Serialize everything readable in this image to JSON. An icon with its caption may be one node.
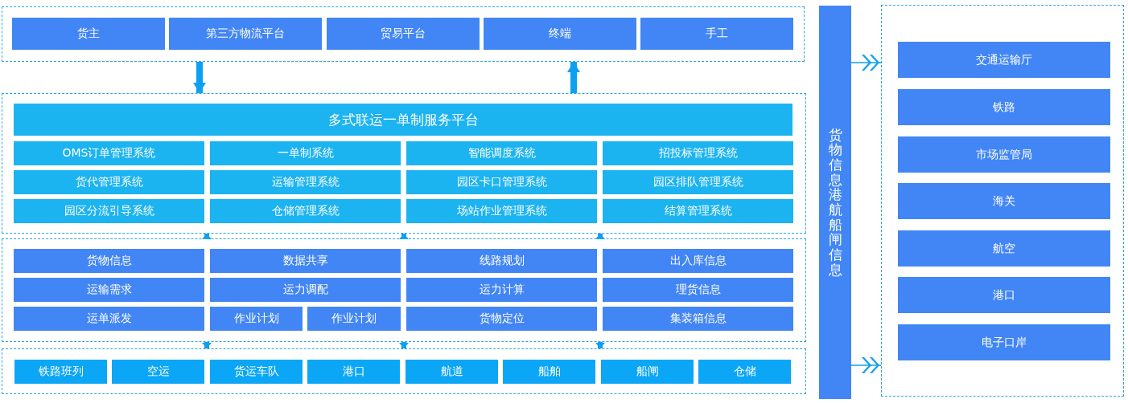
{
  "diagram": {
    "nodes": [
      {
        "text": [],
        "shape": "box"
      },
      {
        "text": [
          "货主"
        ],
        "in": 0
      },
      {
        "text": [
          "第三方物流平台"
        ],
        "in": 0
      },
      {
        "text": [
          "贸易平台"
        ],
        "in": 0
      },
      {
        "text": [
          "终端"
        ],
        "in": 0
      },
      {
        "text": [
          "手工"
        ],
        "in": 0
      },
      {
        "text": [],
        "shape": "box"
      },
      {
        "text": [
          "多式联运一单制服务平台"
        ],
        "in": 6
      },
      {
        "text": [
          "OMS订单管理系统"
        ],
        "in": 6
      },
      {
        "text": [
          "一单制系统"
        ],
        "in": 6
      },
      {
        "text": [
          "智能调度系统"
        ],
        "in": 6
      },
      {
        "text": [
          "招投标管理系统"
        ],
        "in": 6
      },
      {
        "text": [
          "货代管理系统"
        ],
        "in": 6
      },
      {
        "text": [
          "运输管理系统"
        ],
        "in": 6
      },
      {
        "text": [
          "园区卡口管理系统"
        ],
        "in": 6
      },
      {
        "text": [
          "园区排队管理系统"
        ],
        "in": 6
      },
      {
        "text": [
          "园区分流引导系统"
        ],
        "in": 6
      },
      {
        "text": [
          "仓储管理系统"
        ],
        "in": 6
      },
      {
        "text": [
          "场站作业管理系统"
        ],
        "in": 6
      },
      {
        "text": [
          "结算管理系统"
        ],
        "in": 6
      },
      {
        "text": [],
        "shape": "box"
      },
      {
        "text": [
          "货物信息"
        ],
        "in": 20
      },
      {
        "text": [
          "数据共享"
        ],
        "in": 20
      },
      {
        "text": [
          "线路规划"
        ],
        "in": 20
      },
      {
        "text": [
          "出入库信息"
        ],
        "in": 20
      },
      {
        "text": [
          "运输需求"
        ],
        "in": 20
      },
      {
        "text": [
          "运力调配"
        ],
        "in": 20
      },
      {
        "text": [
          "运力计算"
        ],
        "in": 20
      },
      {
        "text": [
          "理货信息"
        ],
        "in": 20
      },
      {
        "text": [
          "运单派发"
        ],
        "in": 20
      },
      {
        "text": [
          "作业计划"
        ],
        "in": 20
      },
      {
        "text": [
          "作业计划"
        ],
        "in": 20
      },
      {
        "text": [
          "货物定位"
        ],
        "in": 20
      },
      {
        "text": [
          "集装箱信息"
        ],
        "in": 20
      },
      {
        "text": [],
        "shape": "box"
      },
      {
        "text": [
          "铁路班列"
        ],
        "in": 34
      },
      {
        "text": [
          "空运"
        ],
        "in": 34
      },
      {
        "text": [
          "货运车队"
        ],
        "in": 34
      },
      {
        "text": [
          "港口"
        ],
        "in": 34
      },
      {
        "text": [
          "航道"
        ],
        "in": 34
      },
      {
        "text": [
          "船舶"
        ],
        "in": 34
      },
      {
        "text": [
          "船闸"
        ],
        "in": 34
      },
      {
        "text": [
          "仓储"
        ],
        "in": 34
      },
      {
        "text": [
          "货物信息港航船闸信息"
        ]
      },
      {
        "text": [],
        "shape": "box"
      },
      {
        "text": [
          "交通运输厅"
        ],
        "in": 44
      },
      {
        "text": [
          "铁路"
        ],
        "in": 44
      },
      {
        "text": [
          "市场监管局"
        ],
        "in": 44
      },
      {
        "text": [
          "海关"
        ],
        "in": 44
      },
      {
        "text": [
          "航空"
        ],
        "in": 44
      },
      {
        "text": [
          "港口"
        ],
        "in": 44
      },
      {
        "text": [
          "电子口岸"
        ],
        "in": 44
      }
    ],
    "edges": [
      {
        "from": 0,
        "to": 6,
        "arrow": "to"
      },
      {
        "from": 6,
        "to": 0,
        "arrow": "to"
      },
      {
        "from": 20,
        "to": 6,
        "arrow": "to"
      },
      {
        "from": 20,
        "to": 6,
        "arrow": "to"
      },
      {
        "from": 20,
        "to": 6,
        "arrow": "to"
      },
      {
        "from": 20,
        "to": 34,
        "arrow": "to"
      },
      {
        "from": 20,
        "to": 34,
        "arrow": "to"
      },
      {
        "from": 20,
        "to": 34,
        "arrow": "to"
      },
      {
        "from": 43,
        "to": 44,
        "arrow": "to"
      },
      {
        "from": 43,
        "to": 44,
        "arrow": "to"
      }
    ]
  }
}
